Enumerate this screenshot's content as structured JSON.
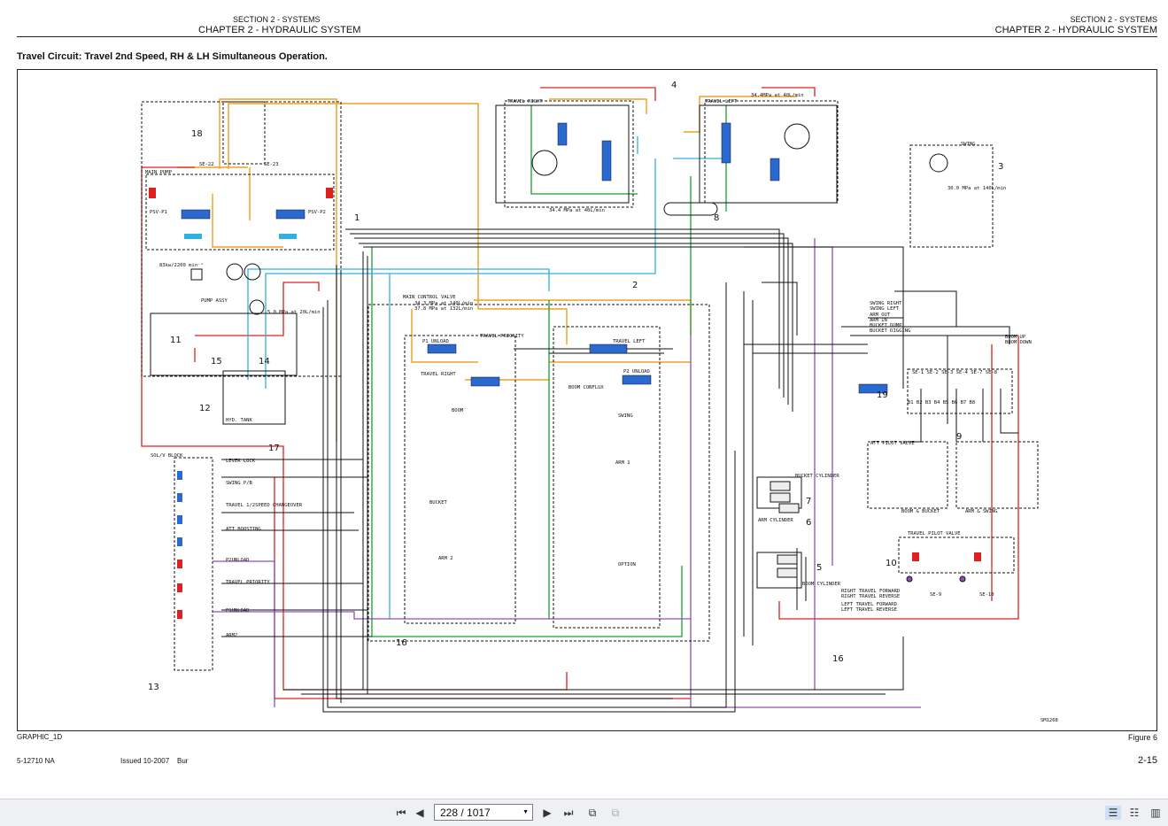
{
  "header": {
    "left_section": "SECTION 2 - SYSTEMS",
    "left_chapter": "CHAPTER 2 - HYDRAULIC SYSTEM",
    "right_section": "SECTION 2 - SYSTEMS",
    "right_chapter": "CHAPTER 2 - HYDRAULIC SYSTEM"
  },
  "title": "Travel Circuit: Travel 2nd Speed, RH & LH Simultaneous Operation.",
  "colors": {
    "orange": "#f0a020",
    "red": "#e02020",
    "green": "#18a030",
    "cyan": "#30b0e0",
    "purple": "#9050b0",
    "black": "#111111",
    "blue_spool": "#2a6ad0"
  },
  "diagram": {
    "callouts": [
      "1",
      "2",
      "3",
      "4",
      "5",
      "6",
      "7",
      "8",
      "9",
      "10",
      "11",
      "12",
      "13",
      "14",
      "15",
      "16",
      "16",
      "17",
      "18",
      "19"
    ],
    "labels": {
      "main_pump": "MAIN PUMP",
      "psv_p1": "PSV-P1",
      "psv_p2": "PSV-P2",
      "se22": "SE-22",
      "se23": "SE-23",
      "pump_power": "83kw/2200 min⁻¹",
      "pump_assy": "PUMP ASSY",
      "pilot_pump": "5.0 MPa at 20L/min",
      "hyd_tank": "HYD. TANK",
      "main_control_valve": "MAIN CONTROL VALVE",
      "mcv_pressure_1": "34.3 MPa at 140L/min",
      "mcv_pressure_2": "37.8 MPa at 132L/min",
      "p1_unload": "P1 UNLOAD",
      "travel_priority": "TRAVEL PRIORITY",
      "travel_left": "TRAVEL LEFT",
      "travel_right": "TRAVEL RIGHT",
      "p2_unload": "P2 UNLOAD",
      "boom_conflux": "BOOM CONFLUX",
      "boom": "BOOM",
      "bucket": "BUCKET",
      "arm1": "ARM 1",
      "arm2": "ARM 2",
      "swing": "SWING",
      "option": "OPTION",
      "travel_motor_right": "TRAVEL RIGHT",
      "travel_motor_left": "TRAVEL LEFT",
      "motor_left_rating": "34.4MPa at 40L/min",
      "motor_right_rating": "34.4 MPa at 40L/min",
      "swing_motor": "SWING",
      "swing_rating": "30.0 MPa at 140L/min",
      "sol_block": "SOL/V BLOCK",
      "lever_lock": "LEVER LOCK",
      "swing_pb": "SWING P/B",
      "travel_change": "TRAVEL 1/2SPEED CHANGEOVER",
      "att_boosting": "ATT BOOSTING",
      "p2unload": "P2UNLOAD",
      "travel_priority_sol": "TRAVEL PRIORITY",
      "p1unload": "P1UNLOAD",
      "arm2_sol": "ARM2",
      "att_pilot_valve": "ATT PILOT VALVE",
      "boom_bucket": "BOOM & BUCKET",
      "arm_swing": "ARM & SWING",
      "travel_pilot_valve": "TRAVEL PILOT VALVE",
      "bucket_cylinder": "BUCKET CYLINDER",
      "arm_cylinder": "ARM CYLINDER",
      "boom_cylinder": "BOOM CYLINDER",
      "sw_right": "SWING RIGHT",
      "sw_left": "SWING LEFT",
      "arm_out": "ARM OUT",
      "arm_in": "ARM IN",
      "bucket_dump": "BUCKET DUMP",
      "bucket_digging": "BUCKET DIGGING",
      "boom_up": "BOOM UP",
      "boom_down": "BOOM DOWN",
      "rt_fwd": "RIGHT TRAVEL FORWARD",
      "rt_rev": "RIGHT TRAVEL REVERSE",
      "lt_fwd": "LEFT TRAVEL FORWARD",
      "lt_rev": "LEFT TRAVEL REVERSE",
      "se9": "SE-9",
      "se10": "SE-10",
      "se_row": "SE-1 SE-2 SE-3 SE-4 SE-7 SE-8",
      "b_row": "B1 B2 B3 B4 B5 B6 B7 B8",
      "drawing_no": "SM1268"
    }
  },
  "footer": {
    "graphic_id": "GRAPHIC_1D",
    "figure": "Figure 6",
    "doc_no": "5-12710 NA",
    "issued": "Issued 10-2007",
    "printer": "Bur",
    "page_no": "2-15"
  },
  "viewer": {
    "page_indicator": "228 / 1017"
  }
}
